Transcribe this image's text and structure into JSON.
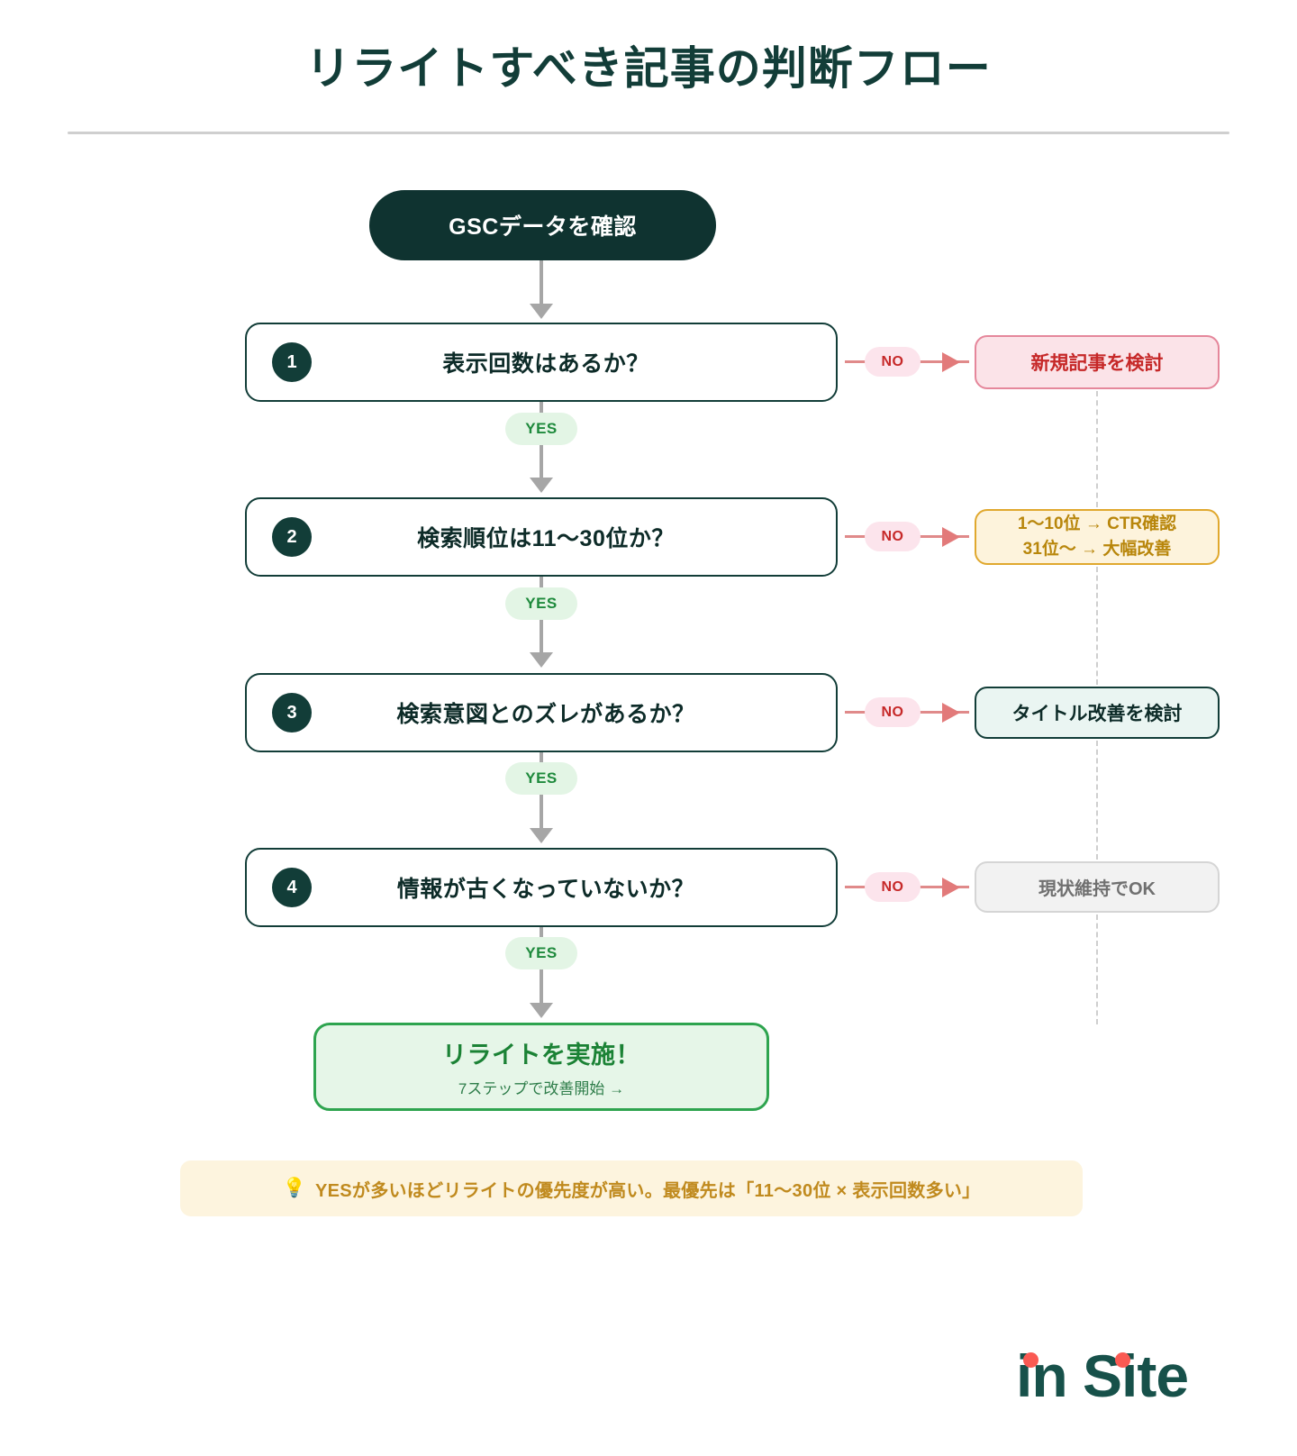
{
  "page": {
    "title": "リライトすべき記事の判断フロー"
  },
  "flow": {
    "start": {
      "label": "GSCデータを確認"
    },
    "yes_label": "YES",
    "no_label": "NO",
    "steps": [
      {
        "number": "1",
        "question": "表示回数はあるか？",
        "no_outcome": {
          "text": "新規記事を検討",
          "style": "pink"
        }
      },
      {
        "number": "2",
        "question": "検索順位は11〜30位か？",
        "no_outcome": {
          "line1": "1〜10位 → CTR確認",
          "line2": "31位〜 → 大幅改善",
          "style": "amber"
        }
      },
      {
        "number": "3",
        "question": "検索意図とのズレがあるか？",
        "no_outcome": {
          "text": "タイトル改善を検討",
          "style": "teal"
        }
      },
      {
        "number": "4",
        "question": "情報が古くなっていないか？",
        "no_outcome": {
          "text": "現状維持でOK",
          "style": "gray"
        }
      }
    ],
    "final": {
      "title": "リライトを実施！",
      "subtitle": "7ステップで改善開始 →"
    }
  },
  "footer": {
    "icon": "💡",
    "note": "YESが多いほどリライトの優先度が高い。最優先は「11〜30位 × 表示回数多い」"
  },
  "logo": {
    "text": "in Site"
  },
  "colors": {
    "brand_dark": "#123D38",
    "accent_coral": "#FA5A53",
    "yes_green": "#1E8A3C",
    "no_red": "#C62828",
    "amber": "#B8860B",
    "gray": "#707070"
  }
}
